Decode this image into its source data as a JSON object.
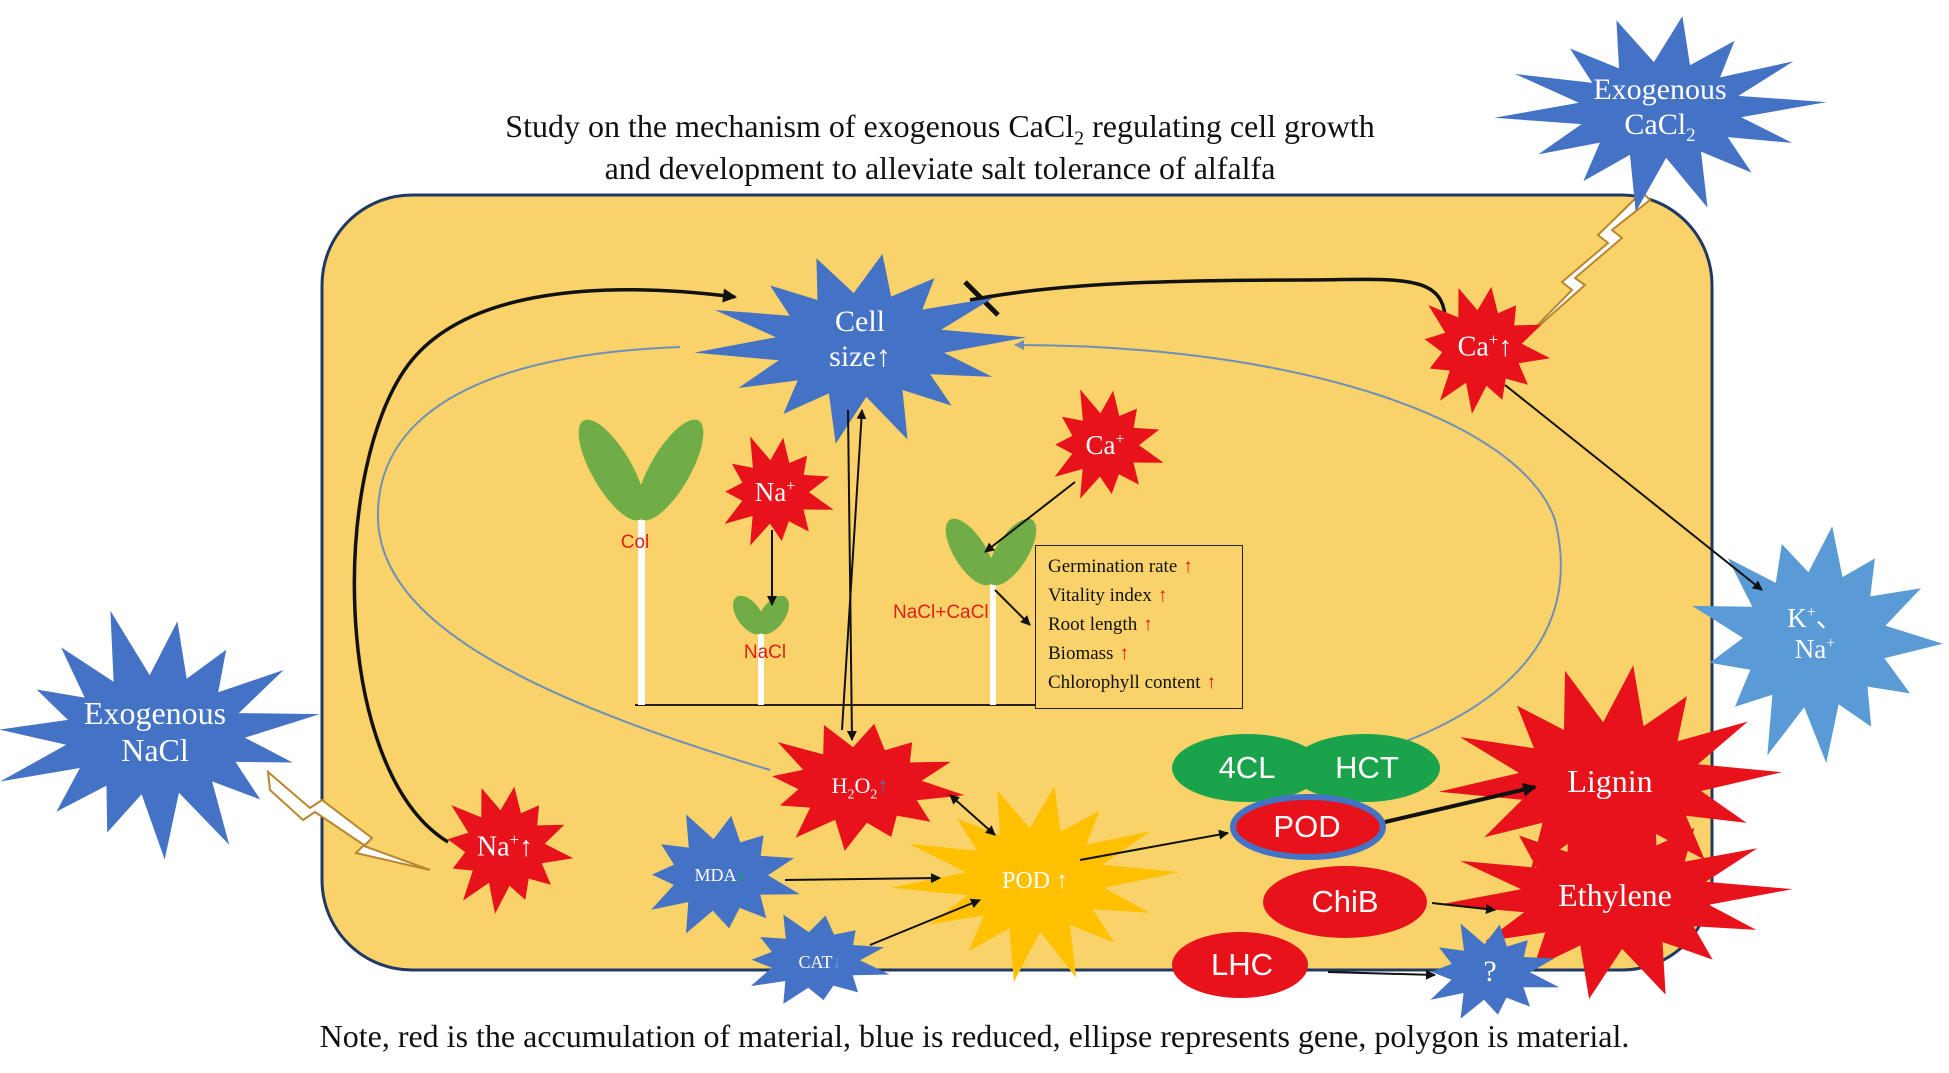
{
  "title": {
    "line1_pre": "Study on the mechanism of exogenous CaCl",
    "line1_sub": "2",
    "line1_post": " regulating cell growth",
    "line2": "and development to alleviate salt tolerance of alfalfa"
  },
  "note": "Note, red is the accumulation of material, blue is reduced, ellipse represents gene, polygon is material.",
  "nodes": {
    "exo_cacl2": {
      "line1": "Exogenous",
      "line2_pre": "CaCl",
      "line2_sub": "2"
    },
    "exo_nacl": {
      "line1": "Exogenous",
      "line2": "NaCl"
    },
    "cell_size": {
      "line1": "Cell",
      "line2": "size↑"
    },
    "ca_up": {
      "base": "Ca",
      "sup": "+",
      "arrow": "↑"
    },
    "ca_inner": {
      "base": "Ca",
      "sup": "+"
    },
    "na_inner": {
      "base": "Na",
      "sup": "+"
    },
    "na_up": {
      "base": "Na",
      "sup": "+",
      "arrow": "↑"
    },
    "k_na": {
      "line1_base": "K",
      "line1_sup": "+",
      "line1_sep": "、",
      "line2_base": "Na",
      "line2_sup": "+"
    },
    "h2o2": {
      "base": "H",
      "sub1": "2",
      "mid": "O",
      "sub2": "2",
      "arrow": "↑"
    },
    "mda": {
      "label": "MDA",
      "arrow": "↓"
    },
    "cat": {
      "label": "CAT",
      "arrow": "↓"
    },
    "pod_material": {
      "label": "POD",
      "arrow": "↑"
    },
    "lignin": "Lignin",
    "ethylene": "Ethylene",
    "unknown": "?"
  },
  "genes": {
    "g4cl": "4CL",
    "hct": "HCT",
    "pod": "POD",
    "chib": "ChiB",
    "lhc": "LHC"
  },
  "seedlings": {
    "col": "Col",
    "nacl": "NaCl",
    "nacl_cacl2": "NaCl+CaCl"
  },
  "effects": [
    {
      "label": "Germination  rate",
      "arrow": "↑"
    },
    {
      "label": "Vitality  index",
      "arrow": "↑"
    },
    {
      "label": "Root length",
      "arrow": "↑"
    },
    {
      "label": "Biomass",
      "arrow": "↑"
    },
    {
      "label": "Chlorophyll  content",
      "arrow": "↑"
    }
  ],
  "colors": {
    "cell_fill": "#f9d26a",
    "cell_stroke": "#1f3864",
    "accumulated_red": "#e8121b",
    "reduced_blue": "#4472c4",
    "light_blue": "#5b9bd5",
    "gene_green": "#1aa34a",
    "pod_gold": "#ffc000",
    "leaf_green": "#70ad47",
    "red_label": "#e0201a"
  }
}
